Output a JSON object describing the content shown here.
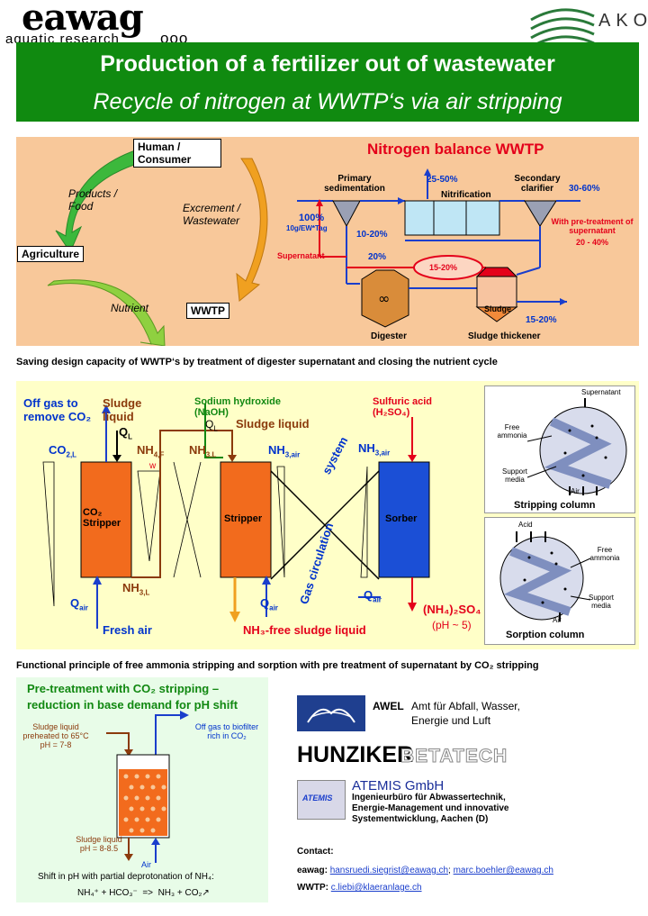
{
  "header": {
    "logo_name": "eawag",
    "logo_tagline": "aquatic research",
    "logo_bubbles": "ooo",
    "ako_logo": "AKO",
    "title": "Production of a fertilizer out of wastewater",
    "subtitle": "Recycle of nitrogen at WWTP‘s via air stripping"
  },
  "cycle": {
    "human": "Human / Consumer",
    "products": "Products / Food",
    "excrement": "Excrement / Wastewater",
    "agriculture": "Agriculture",
    "nutrient": "Nutrient",
    "wwtp": "WWTP"
  },
  "nitrogen": {
    "title": "Nitrogen balance WWTP",
    "primary": "Primary sedimentation",
    "p25": "25-50%",
    "nitrification": "Nitrification",
    "secondary": "Secondary clarifier",
    "p30": "30-60%",
    "p100": "100%",
    "load": "10g/EW*Tag",
    "p10": "10-20%",
    "pretreat": "With pre-treatment of supernatant",
    "p20_40": "20 - 40%",
    "supernatant": "Supernatant",
    "p20": "20%",
    "p15a": "15-20%",
    "sludge": "Sludge",
    "p15b": "15-20%",
    "digester": "Digester",
    "thickener": "Sludge thickener"
  },
  "caption1": "Saving design capacity of WWTP‘s by treatment of digester supernatant and closing the nutrient cycle",
  "process": {
    "offgas": "Off gas to remove CO₂",
    "sludge_liquid_left": "Sludge liquid",
    "ql_left": "Q",
    "ql_left_sub": "L",
    "naoh": "Sodium hydroxide (NaOH)",
    "ql_mid": "Q",
    "ql_mid_sub": "L",
    "sludge_liquid_mid": "Sludge liquid",
    "h2so4": "Sulfuric acid (H₂SO₄)",
    "co2l": "CO",
    "co2l_sub": "2,L",
    "nh4f": "NH",
    "nh4f_sub": "4,F",
    "w": "w",
    "nh3l": "NH",
    "nh3l_sub": "3,L",
    "nh3air1": "NH",
    "nh3air1_sub": "3,air",
    "nh3air2": "NH",
    "nh3air2_sub": "3,air",
    "system": "system",
    "gas_circulation": "Gas circulation",
    "co2_stripper_line1": "CO₂",
    "co2_stripper_line2": "Stripper",
    "stripper": "Stripper",
    "sorber": "Sorber",
    "nh3l_bottom": "NH",
    "nh3l_bottom_sub": "3,L",
    "qair1": "Q",
    "qair1_sub": "air",
    "qair2": "Q",
    "qair2_sub": "air",
    "qair3": "Q",
    "qair3_sub": "air",
    "fresh_air": "Fresh air",
    "nh3_free": "NH₃-free sludge liquid",
    "product": "(NH₄)₂SO₄",
    "ph5": "(pH ~ 5)",
    "bar": "l"
  },
  "stripping_column": {
    "supernatant": "Supernatant",
    "free_ammonia": "Free ammonia",
    "support_media": "Support media",
    "air": "Air",
    "title": "Stripping column"
  },
  "sorption_column": {
    "acid": "Acid",
    "free_ammonia": "Free ammonia",
    "support_media": "Support media",
    "air": "Air",
    "title": "Sorption column"
  },
  "caption2": "Functional principle of free ammonia stripping and sorption with pre treatment of supernatant by CO₂ stripping",
  "pretreat": {
    "title_line1": "Pre-treatment with CO₂ stripping –",
    "title_line2": "reduction in base demand for pH shift",
    "in_line1": "Sludge liquid",
    "in_line2": "preheated to 65°C",
    "in_line3": "pH = 7-8",
    "off_line1": "Off gas to biofilter",
    "off_line2": "rich in CO₂",
    "out_line1": "Sludge liquid",
    "out_line2": "pH = 8-8.5",
    "air": "Air",
    "shift": "Shift in pH with partial deprotonation of NH₄:",
    "equation": "NH₄⁺ + HCO₃⁻  =>  NH₃ + CO₂↗"
  },
  "partners": {
    "awel_abbr": "AWEL",
    "awel_line1": "Amt für Abfall, Wasser,",
    "awel_line2": "Energie und Luft",
    "hunziker": "HUNZIKER",
    "betatech": "BETATECH",
    "atemis_name": "ATEMIS GmbH",
    "atemis_logo": "ATEMIS",
    "atemis_line1": "Ingenieurbüro für Abwassertechnik,",
    "atemis_line2": "Energie-Management und innovative",
    "atemis_line3": "Systementwicklung, Aachen (D)"
  },
  "contact": {
    "label": "Contact:",
    "eawag_label": "eawag:",
    "email1": "hansruedi.siegrist@eawag.ch",
    "sep": ";",
    "email2": "marc.boehler@eawag.ch",
    "wwtp_label": "WWTP:",
    "email3": "c.liebi@klaeranlage.ch"
  },
  "colors": {
    "green_banner": "#108a10",
    "peach": "#f8c89a",
    "yellow": "#ffffc8",
    "orange": "#f26b1d",
    "blue": "#1b4fd6",
    "red": "#e4001a"
  }
}
